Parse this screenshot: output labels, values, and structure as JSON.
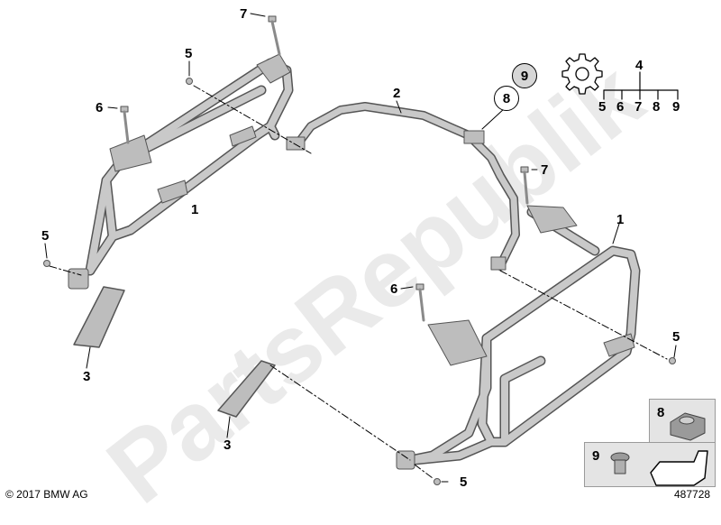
{
  "watermark": "PartsRepublik",
  "copyright": "© 2017 BMW AG",
  "diagram_id": "487728",
  "set_kit": {
    "parent_label": "4",
    "child_labels": [
      "5",
      "6",
      "7",
      "8",
      "9"
    ],
    "icon": "gear-icon"
  },
  "callouts": {
    "c7_top": "7",
    "c5_top": "5",
    "c6_left": "6",
    "c1_left": "1",
    "c2": "2",
    "c8_circle": "8",
    "c9_circle": "9",
    "c7_right": "7",
    "c1_right": "1",
    "c5_left": "5",
    "c6_mid": "6",
    "c5_right": "5",
    "c3_left": "3",
    "c3_mid": "3",
    "c5_bottom": "5"
  },
  "parts_boxes": {
    "box8_label": "8",
    "box9_label": "9"
  },
  "colors": {
    "part_fill": "#c9c9c9",
    "part_stroke": "#555555",
    "watermark": "#b4b4b4"
  }
}
